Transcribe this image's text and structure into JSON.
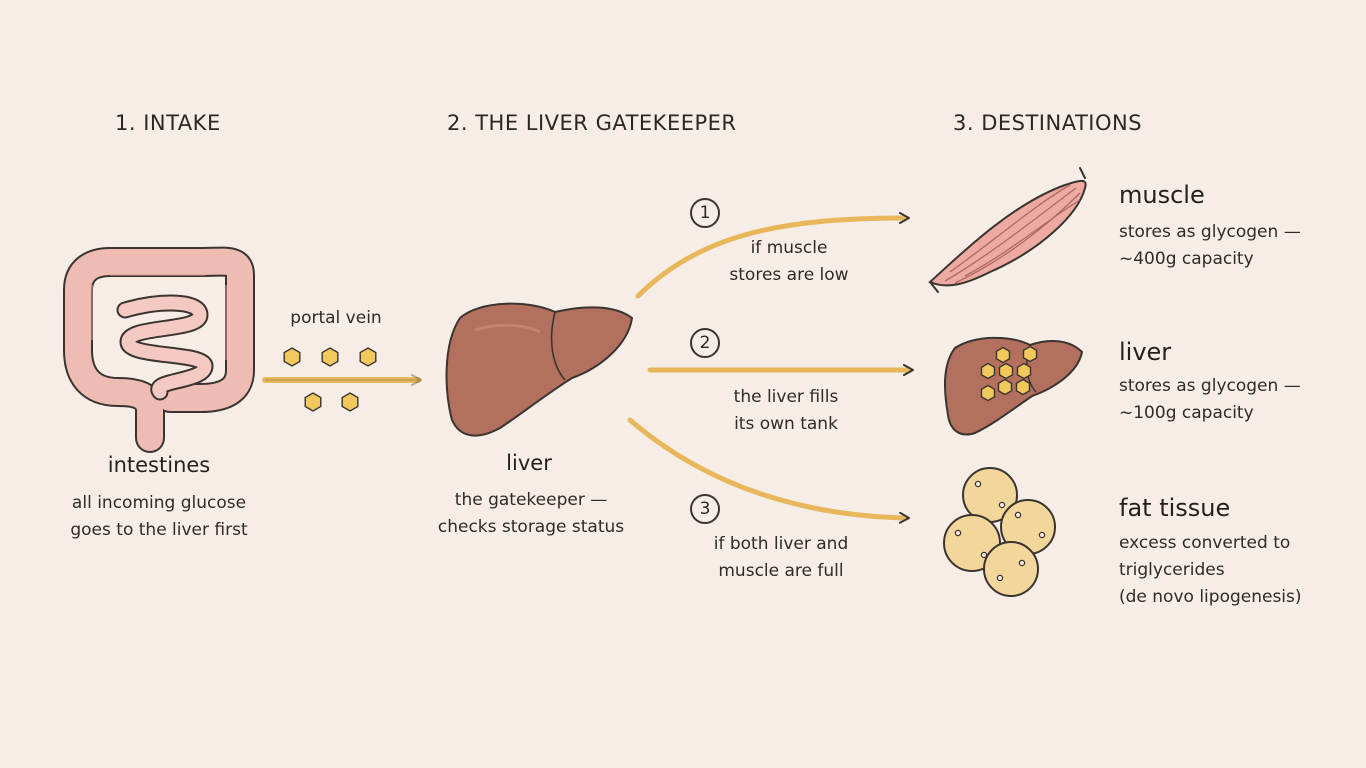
{
  "sections": {
    "intake": "1. INTAKE",
    "gatekeeper": "2. THE LIVER GATEKEEPER",
    "destinations": "3. DESTINATIONS"
  },
  "intestines": {
    "label": "intestines",
    "desc_line1": "all incoming glucose",
    "desc_line2": "goes to the liver first"
  },
  "portal_vein": "portal vein",
  "liver": {
    "label": "liver",
    "desc_line1": "the gatekeeper —",
    "desc_line2": "checks storage status"
  },
  "routes": [
    {
      "number": "1",
      "line1": "if muscle",
      "line2": "stores are low"
    },
    {
      "number": "2",
      "line1": "the liver fills",
      "line2": "its own tank"
    },
    {
      "number": "3",
      "line1": "if both liver and",
      "line2": "muscle are full"
    }
  ],
  "destinations": [
    {
      "title": "muscle",
      "line1": "stores as glycogen —",
      "line2": "~400g capacity"
    },
    {
      "title": "liver",
      "line1": "stores as glycogen —",
      "line2": "~100g capacity"
    },
    {
      "title": "fat tissue",
      "line1": "excess converted to",
      "line2": "triglycerides",
      "line3": "(de novo lipogenesis)"
    }
  ],
  "colors": {
    "background": "#f6eee6",
    "arrow": "#e8b75c",
    "intestine": "#efbcb4",
    "liver": "#b4705f",
    "muscle": "#eeaaa2",
    "fat": "#f2d69a",
    "glucose": "#f1c85c"
  },
  "icons": [
    "intestines-illustration",
    "liver-illustration",
    "muscle-illustration",
    "liver-glycogen-illustration",
    "fat-cells-illustration",
    "glucose-hexagon-icon",
    "arrow-icon"
  ]
}
